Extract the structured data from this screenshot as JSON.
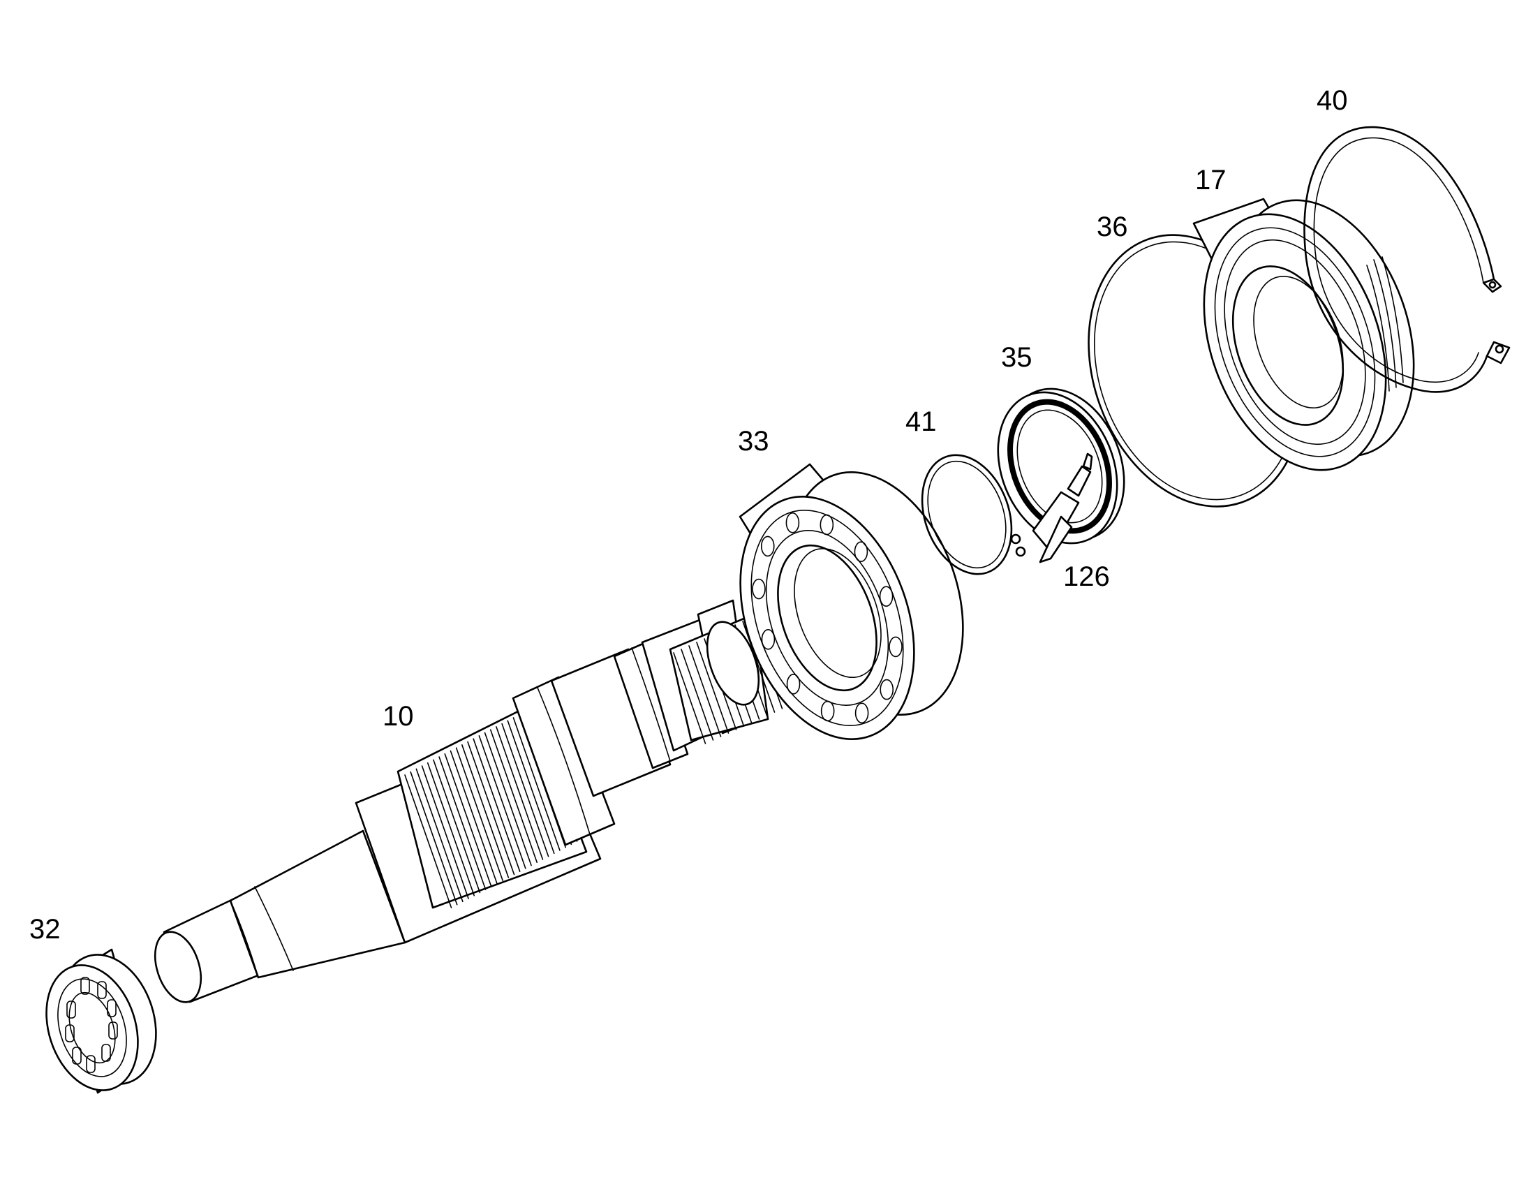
{
  "callouts": {
    "c10": "10",
    "c17": "17",
    "c32": "32",
    "c33": "33",
    "c35": "35",
    "c36": "36",
    "c40": "40",
    "c41": "41",
    "c126": "126"
  }
}
